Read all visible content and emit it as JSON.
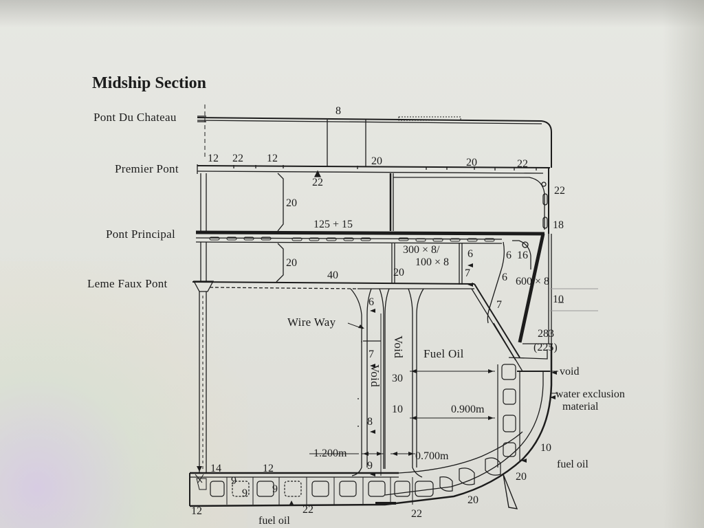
{
  "title": "Midship Section",
  "decks": {
    "pont_du_chateau": "Pont Du Chateau",
    "premier_pont": "Premier Pont",
    "pont_principal": "Pont Principal",
    "leme_faux_pont": "Leme Faux Pont"
  },
  "labels": {
    "wire_way": "Wire Way",
    "void_left": "Void",
    "void_right": "Void",
    "fuel_oil_main": "Fuel Oil",
    "void_small": "void",
    "water_exclusion_1": "water exclusion",
    "water_exclusion_2": "material",
    "fuel_oil_bilge": "fuel oil",
    "fuel_oil_bottom": "fuel oil",
    "dim_1200": "1.200m",
    "dim_0700": "0.700m",
    "dim_0900": "0.900m",
    "beam_300": "300 × 8/",
    "beam_100": "100 × 8",
    "beam_600": "600 × 8",
    "pont_principal_thk": "125 + 15",
    "shell_283": "283",
    "shell_225": "(225)"
  },
  "thickness": {
    "chateau": "8",
    "pp_12a": "12",
    "pp_22a": "22",
    "pp_12b": "12",
    "pp_20a": "20",
    "pp_20b": "20",
    "pp_22b": "22",
    "pp_22c": "22",
    "side_22": "22",
    "side_18": "18",
    "side_10": "10",
    "bhd_20a": "20",
    "bhd_20b": "20",
    "bhd_20c": "20",
    "lfp_40": "40",
    "wing_6a": "6",
    "wing_6b": "6",
    "wing_7a": "7",
    "wing_16": "16",
    "wing_6c": "6",
    "wing_7b": "7",
    "ww_6": "6",
    "ww_7": "7",
    "ww_8": "8",
    "ww_9": "9",
    "void_30": "30",
    "void_10": "10",
    "bilge_10": "10",
    "bilge_20": "20",
    "bottom_20": "20",
    "bottom_22a": "22",
    "bottom_22b": "22",
    "db_14": "14",
    "db_12a": "12",
    "db_9a": "9",
    "db_9b": "9",
    "db_9c": "9",
    "db_12b": "12"
  }
}
